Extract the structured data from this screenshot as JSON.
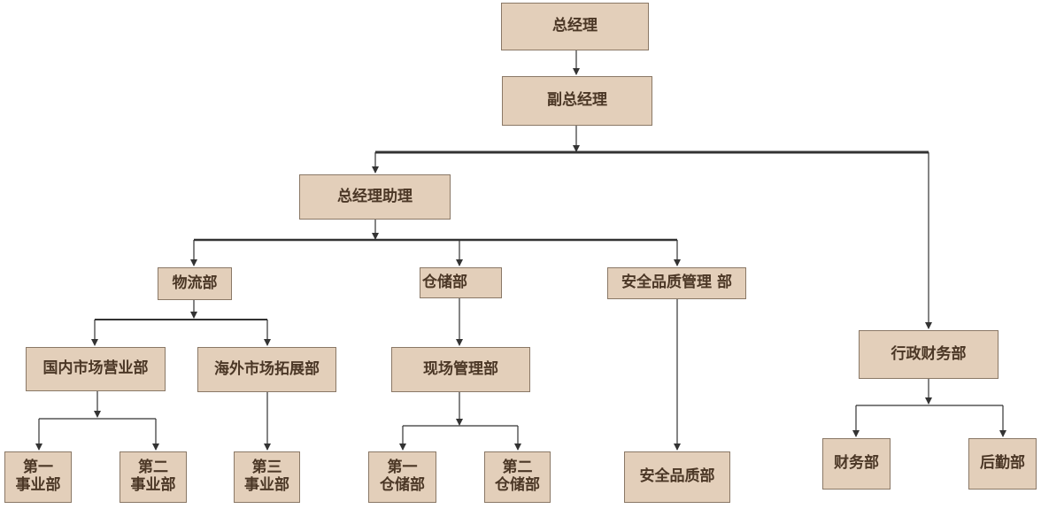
{
  "org": {
    "gm": "总经理",
    "deputy_gm": "副总经理",
    "gm_assistant": "总经理助理",
    "logistics": "物流部",
    "warehouse": "仓储部",
    "safety_quality_mgmt": "安全品质管理 部",
    "admin_finance": "行政财务部",
    "domestic_sales": "国内市场营业部",
    "overseas_dev": "海外市场拓展部",
    "site_mgmt": "现场管理部",
    "biz_unit_1": "第一\n事业部",
    "biz_unit_2": "第二\n事业部",
    "biz_unit_3": "第三\n事业部",
    "warehouse_1": "第一\n仓储部",
    "warehouse_2": "第二\n仓储部",
    "safety_quality": "安全品质部",
    "finance": "财务部",
    "logistics_support": "后勤部"
  },
  "colors": {
    "box_fill": "#e3cfba",
    "box_border": "#8a7866",
    "text": "#4b3726",
    "line": "#333333"
  }
}
